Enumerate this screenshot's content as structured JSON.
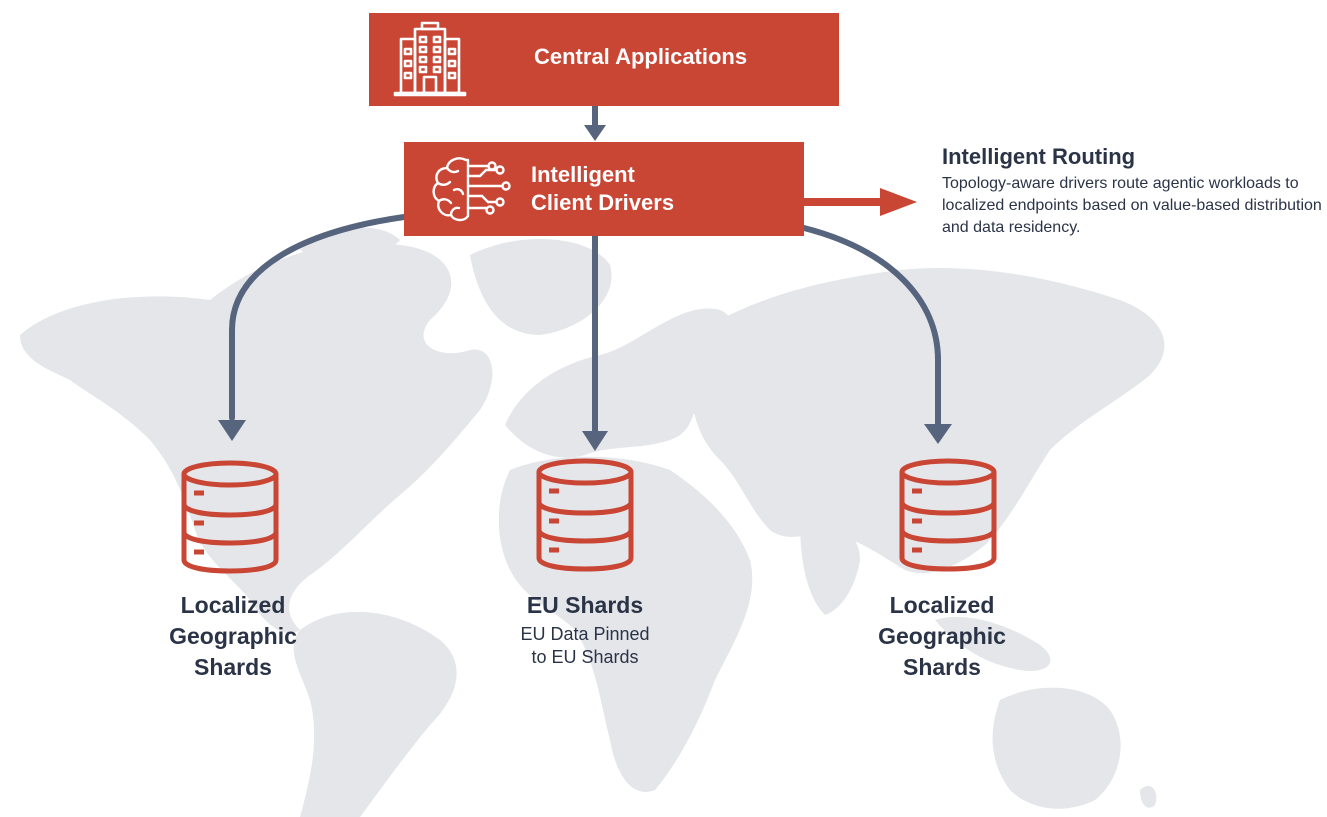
{
  "central": {
    "label": "Central Applications",
    "icon": "office-building-icon"
  },
  "drivers": {
    "label": "Intelligent\nClient Drivers",
    "icon": "brain-circuit-icon"
  },
  "routing_note": {
    "title": "Intelligent Routing",
    "body": "Topology-aware drivers route agentic workloads to localized endpoints based on value-based distribution and data residency."
  },
  "shards": [
    {
      "label": "Localized\nGeographic\nShards",
      "icon": "database-icon"
    },
    {
      "label": "EU Shards",
      "sublabel": "EU Data Pinned\nto EU Shards",
      "icon": "database-icon"
    },
    {
      "label": "Localized\nGeographic\nShards",
      "icon": "database-icon"
    }
  ],
  "colors": {
    "accent": "#c94534",
    "connector": "#56647e",
    "map": "#e3e5e9",
    "text": "#2b3447"
  }
}
